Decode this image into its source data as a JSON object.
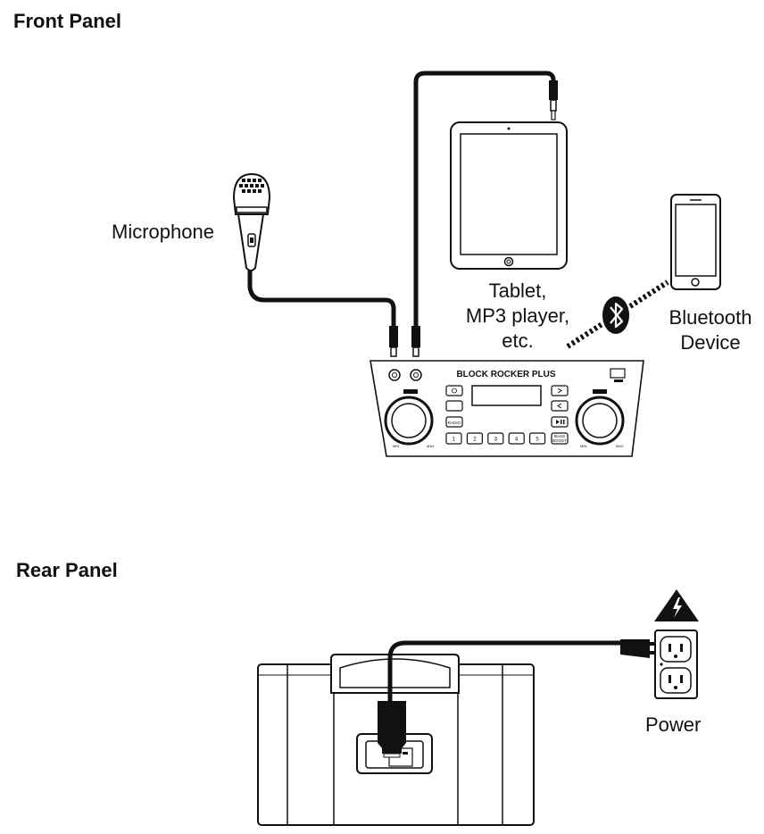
{
  "front_panel": {
    "heading": "Front Panel",
    "labels": {
      "microphone": "Microphone",
      "tablet_line1": "Tablet,",
      "tablet_line2": "MP3 player,",
      "tablet_line3": "etc.",
      "bluetooth_line1": "Bluetooth",
      "bluetooth_line2": "Device"
    },
    "speaker_front": {
      "brand": "BLOCK ROCKER PLUS",
      "preset_buttons": [
        "1",
        "2",
        "3",
        "4",
        "5"
      ],
      "bass_boost_line1": "BASS",
      "bass_boost_line2": "BOOST",
      "knob_min": "MIN",
      "knob_max": "MAX",
      "radio_label": "RADIO"
    }
  },
  "rear_panel": {
    "heading": "Rear Panel",
    "labels": {
      "power": "Power"
    }
  },
  "icons": [
    "microphone-icon",
    "tablet-icon",
    "phone-icon",
    "bluetooth-icon",
    "warning-icon",
    "wall-outlet-icon",
    "power-plug-icon"
  ],
  "colors": {
    "line": "#111111",
    "background": "#ffffff"
  }
}
